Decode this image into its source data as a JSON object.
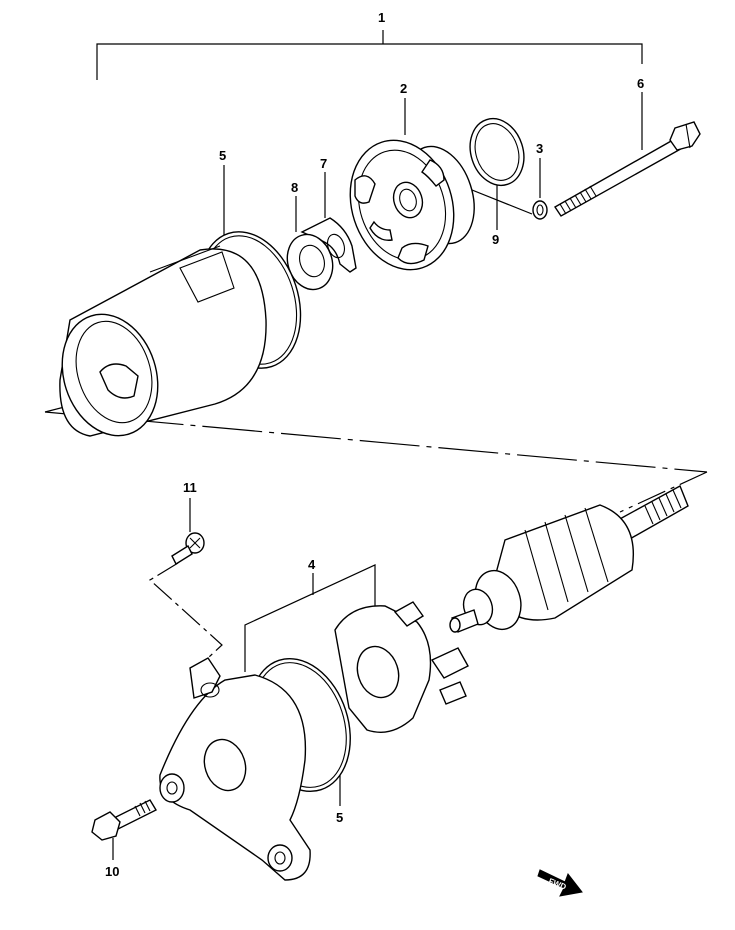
{
  "callouts": [
    {
      "id": "c1",
      "text": "1"
    },
    {
      "id": "c2",
      "text": "2"
    },
    {
      "id": "c3",
      "text": "3"
    },
    {
      "id": "c4",
      "text": "4"
    },
    {
      "id": "c5a",
      "text": "5"
    },
    {
      "id": "c5b",
      "text": "5"
    },
    {
      "id": "c6",
      "text": "6"
    },
    {
      "id": "c7",
      "text": "7"
    },
    {
      "id": "c8",
      "text": "8"
    },
    {
      "id": "c9",
      "text": "9"
    },
    {
      "id": "c10",
      "text": "10"
    },
    {
      "id": "c11",
      "text": "11"
    }
  ],
  "fwd_label": "FWD"
}
